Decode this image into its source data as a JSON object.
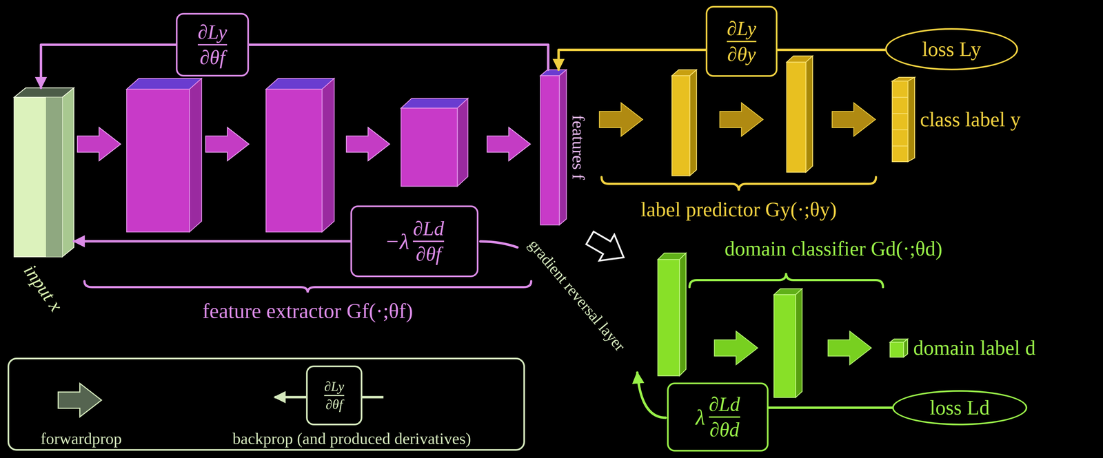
{
  "diagram": {
    "nodes": [
      {
        "text": [
          "∂Ly",
          "∂θf"
        ]
      },
      {
        "text": [
          "∂Ly",
          "∂θy"
        ]
      },
      {
        "text": [
          "loss Ly"
        ]
      },
      {
        "text": [
          "input x"
        ]
      },
      {
        "text": [
          "features f"
        ]
      },
      {
        "text": [
          "class label y"
        ]
      },
      {
        "text": [
          "−λ",
          "∂Ld",
          "∂θf"
        ]
      },
      {
        "text": [
          "domain label d"
        ]
      },
      {
        "text": [
          "λ",
          "∂Ld",
          "∂θd"
        ]
      },
      {
        "text": [
          "loss Ld"
        ]
      },
      {
        "text": [
          "∂Ly",
          "∂θf"
        ]
      }
    ],
    "edges": [
      {
        "from": 2,
        "to": 1,
        "arrow": "none"
      },
      {
        "from": 1,
        "to": 4,
        "arrow": "to"
      },
      {
        "from": 4,
        "to": 0,
        "arrow": "none"
      },
      {
        "from": 0,
        "to": 3,
        "arrow": "to"
      },
      {
        "from": 6,
        "to": 3,
        "arrow": "to"
      },
      {
        "from": 9,
        "to": 8,
        "arrow": "none"
      }
    ],
    "labels": [
      "feature extractor Gf(·;θf)",
      "label predictor Gy(·;θy)",
      "domain classifier Gd(·;θd)",
      "gradient reversal layer"
    ],
    "legend": [
      {
        "text": "forwardprop"
      },
      {
        "text": "backprop (and produced derivatives)"
      }
    ]
  }
}
